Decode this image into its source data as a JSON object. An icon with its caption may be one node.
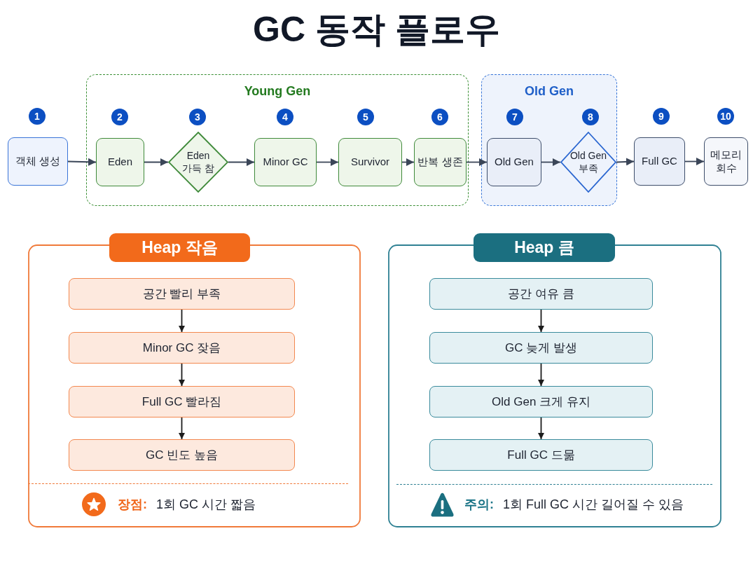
{
  "diagram": {
    "title": "GC 동작 플로우",
    "nodes": [
      {
        "text": [
          "객체 생성"
        ],
        "beside": [
          "1"
        ]
      },
      {
        "text": [
          "Young Gen"
        ]
      },
      {
        "text": [
          "Eden"
        ],
        "in": 1,
        "beside": [
          "2"
        ]
      },
      {
        "text": [
          "Eden 가득 참"
        ],
        "in": 1,
        "beside": [
          "3"
        ]
      },
      {
        "text": [
          "Minor GC"
        ],
        "in": 1,
        "beside": [
          "4"
        ]
      },
      {
        "text": [
          "Survivor"
        ],
        "in": 1,
        "beside": [
          "5"
        ]
      },
      {
        "text": [
          "반복 생존"
        ],
        "in": 1,
        "beside": [
          "6"
        ]
      },
      {
        "text": [
          "Old Gen"
        ]
      },
      {
        "text": [
          "Old Gen"
        ],
        "in": 7,
        "beside": [
          "7"
        ]
      },
      {
        "text": [
          "Old Gen 부족"
        ],
        "in": 7,
        "beside": [
          "8"
        ]
      },
      {
        "text": [
          "Full GC"
        ],
        "beside": [
          "9"
        ]
      },
      {
        "text": [
          "메모리 회수"
        ],
        "beside": [
          "10"
        ]
      },
      {
        "text": [
          "Heap 작음",
          "**장점:** 1회 GC 시간 짧음"
        ]
      },
      {
        "text": [
          "공간 빨리 부족"
        ],
        "in": 12
      },
      {
        "text": [
          "Minor GC 잦음"
        ],
        "in": 12
      },
      {
        "text": [
          "Full GC 빨라짐"
        ],
        "in": 12
      },
      {
        "text": [
          "GC 빈도 높음"
        ],
        "in": 12
      },
      {
        "text": [
          "Heap 큼",
          "**주의:** 1회 Full GC 시간 길어질 수 있음"
        ]
      },
      {
        "text": [
          "공간 여유 큼"
        ],
        "in": 17
      },
      {
        "text": [
          "GC 늦게 발생"
        ],
        "in": 17
      },
      {
        "text": [
          "Old Gen 크게 유지"
        ],
        "in": 17
      },
      {
        "text": [
          "Full GC 드묾"
        ],
        "in": 17
      }
    ],
    "edges": [
      {
        "from": 0,
        "to": 2,
        "arrow": "to"
      },
      {
        "from": 2,
        "to": 3,
        "arrow": "to"
      },
      {
        "from": 3,
        "to": 4,
        "arrow": "to"
      },
      {
        "from": 4,
        "to": 5,
        "arrow": "to"
      },
      {
        "from": 5,
        "to": 6,
        "arrow": "to"
      },
      {
        "from": 6,
        "to": 8,
        "arrow": "to"
      },
      {
        "from": 8,
        "to": 9,
        "arrow": "to"
      },
      {
        "from": 9,
        "to": 10,
        "arrow": "to"
      },
      {
        "from": 10,
        "to": 11,
        "arrow": "to"
      },
      {
        "from": 13,
        "to": 14,
        "arrow": "to",
        "color": "#1c1c1c"
      },
      {
        "from": 14,
        "to": 15,
        "arrow": "to",
        "color": "#1c1c1c"
      },
      {
        "from": 15,
        "to": 16,
        "arrow": "to",
        "color": "#1c1c1c"
      },
      {
        "from": 18,
        "to": 19,
        "arrow": "to",
        "color": "#1c1c1c"
      },
      {
        "from": 19,
        "to": 20,
        "arrow": "to",
        "color": "#1c1c1c"
      },
      {
        "from": 20,
        "to": 21,
        "arrow": "to",
        "color": "#1c1c1c"
      }
    ]
  }
}
